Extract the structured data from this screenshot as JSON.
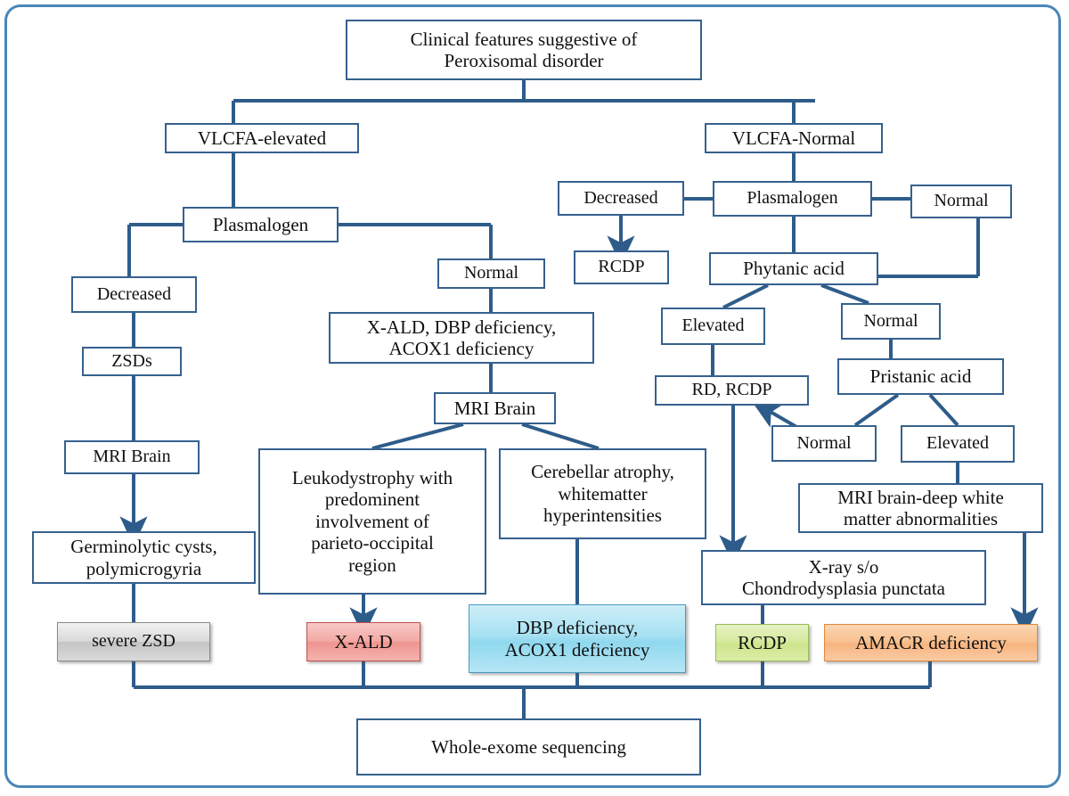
{
  "diagram": {
    "title_node": "Clinical features suggestive of Peroxisomal disorder",
    "accent_color": "#36618e",
    "frame_color": "#4a86b8"
  },
  "nodes": {
    "root": "Clinical features suggestive of\nPeroxisomal disorder",
    "vlcfa_elevated": "VLCFA-elevated",
    "vlcfa_normal": "VLCFA-Normal",
    "plasmalogen_left": "Plasmalogen",
    "plasmalogen_right": "Plasmalogen",
    "decreased_left": "Decreased",
    "decreased_right": "Decreased",
    "normal_right_plasmalogen": "Normal",
    "rcdp_top": "RCDP",
    "zsds": "ZSDs",
    "mri_brain_left": "MRI Brain",
    "germinolytic": "Germinolytic cysts,\npolymicrogyria",
    "normal_center": "Normal",
    "xald_dbp_acox1": "X-ALD, DBP deficiency,\nACOX1 deficiency",
    "mri_brain_center": "MRI Brain",
    "leukodystrophy": "Leukodystrophy with\npredominent\ninvolvement of\nparieto-occipital\nregion",
    "cerebellar": "Cerebellar atrophy,\nwhitematter\nhyperintensities",
    "phytanic_acid": "Phytanic acid",
    "elevated_phytanic": "Elevated",
    "normal_phytanic": "Normal",
    "rd_rcdp": "RD, RCDP",
    "pristanic_acid": "Pristanic acid",
    "normal_pristanic": "Normal",
    "elevated_pristanic": "Elevated",
    "mri_deep_white": "MRI brain-deep white\nmatter abnormalities",
    "xray_chondro": "X-ray s/o\nChondrodysplasia punctata",
    "whole_exome": "Whole-exome sequencing"
  },
  "outcomes": {
    "severe_zsd": {
      "label": "severe ZSD",
      "color": "#d9d9d9"
    },
    "x_ald": {
      "label": "X-ALD",
      "color": "#f3a9a4"
    },
    "dbp_acox1": {
      "label": "DBP deficiency,\nACOX1 deficiency",
      "color": "#a7e1f2"
    },
    "rcdp_outcome": {
      "label": "RCDP",
      "color": "#d7ea9f"
    },
    "amacr": {
      "label": "AMACR deficiency",
      "color": "#f9c292"
    }
  },
  "chart_data": {
    "type": "diagram",
    "title": "Diagnostic algorithm for Peroxisomal disorders",
    "nodes": [
      {
        "id": "root",
        "label": "Clinical features suggestive of Peroxisomal disorder",
        "kind": "decision"
      },
      {
        "id": "vlcfa_elevated",
        "label": "VLCFA-elevated",
        "kind": "branch"
      },
      {
        "id": "vlcfa_normal",
        "label": "VLCFA-Normal",
        "kind": "branch"
      },
      {
        "id": "plasmalogen_left",
        "label": "Plasmalogen",
        "kind": "test"
      },
      {
        "id": "decreased_left",
        "label": "Decreased",
        "kind": "result"
      },
      {
        "id": "zsds",
        "label": "ZSDs",
        "kind": "diagnosis"
      },
      {
        "id": "mri_brain_left",
        "label": "MRI Brain",
        "kind": "test"
      },
      {
        "id": "germinolytic",
        "label": "Germinolytic cysts, polymicrogyria",
        "kind": "finding"
      },
      {
        "id": "severe_zsd",
        "label": "severe ZSD",
        "kind": "outcome"
      },
      {
        "id": "normal_center",
        "label": "Normal",
        "kind": "result"
      },
      {
        "id": "xald_dbp_acox1",
        "label": "X-ALD, DBP deficiency, ACOX1 deficiency",
        "kind": "diagnosis"
      },
      {
        "id": "mri_brain_center",
        "label": "MRI Brain",
        "kind": "test"
      },
      {
        "id": "leukodystrophy",
        "label": "Leukodystrophy with predominent involvement of parieto-occipital region",
        "kind": "finding"
      },
      {
        "id": "cerebellar",
        "label": "Cerebellar atrophy, whitematter hyperintensities",
        "kind": "finding"
      },
      {
        "id": "x_ald",
        "label": "X-ALD",
        "kind": "outcome"
      },
      {
        "id": "dbp_acox1",
        "label": "DBP deficiency, ACOX1 deficiency",
        "kind": "outcome"
      },
      {
        "id": "plasmalogen_right",
        "label": "Plasmalogen",
        "kind": "test"
      },
      {
        "id": "decreased_right",
        "label": "Decreased",
        "kind": "result"
      },
      {
        "id": "rcdp_top",
        "label": "RCDP",
        "kind": "diagnosis"
      },
      {
        "id": "normal_right_plasmalogen",
        "label": "Normal",
        "kind": "result"
      },
      {
        "id": "phytanic_acid",
        "label": "Phytanic acid",
        "kind": "test"
      },
      {
        "id": "elevated_phytanic",
        "label": "Elevated",
        "kind": "result"
      },
      {
        "id": "rd_rcdp",
        "label": "RD, RCDP",
        "kind": "diagnosis"
      },
      {
        "id": "normal_phytanic",
        "label": "Normal",
        "kind": "result"
      },
      {
        "id": "pristanic_acid",
        "label": "Pristanic acid",
        "kind": "test"
      },
      {
        "id": "normal_pristanic",
        "label": "Normal",
        "kind": "result"
      },
      {
        "id": "elevated_pristanic",
        "label": "Elevated",
        "kind": "result"
      },
      {
        "id": "mri_deep_white",
        "label": "MRI brain-deep white matter abnormalities",
        "kind": "finding"
      },
      {
        "id": "xray_chondro",
        "label": "X-ray s/o Chondrodysplasia punctata",
        "kind": "finding"
      },
      {
        "id": "rcdp_outcome",
        "label": "RCDP",
        "kind": "outcome"
      },
      {
        "id": "amacr",
        "label": "AMACR deficiency",
        "kind": "outcome"
      },
      {
        "id": "whole_exome",
        "label": "Whole-exome sequencing",
        "kind": "terminal"
      }
    ],
    "edges": [
      {
        "from": "root",
        "to": "vlcfa_elevated"
      },
      {
        "from": "root",
        "to": "vlcfa_normal"
      },
      {
        "from": "vlcfa_elevated",
        "to": "plasmalogen_left"
      },
      {
        "from": "plasmalogen_left",
        "to": "decreased_left"
      },
      {
        "from": "plasmalogen_left",
        "to": "normal_center"
      },
      {
        "from": "decreased_left",
        "to": "zsds"
      },
      {
        "from": "zsds",
        "to": "mri_brain_left"
      },
      {
        "from": "mri_brain_left",
        "to": "germinolytic",
        "arrow": true
      },
      {
        "from": "germinolytic",
        "to": "severe_zsd"
      },
      {
        "from": "normal_center",
        "to": "xald_dbp_acox1"
      },
      {
        "from": "xald_dbp_acox1",
        "to": "mri_brain_center"
      },
      {
        "from": "mri_brain_center",
        "to": "leukodystrophy"
      },
      {
        "from": "mri_brain_center",
        "to": "cerebellar"
      },
      {
        "from": "leukodystrophy",
        "to": "x_ald"
      },
      {
        "from": "cerebellar",
        "to": "dbp_acox1"
      },
      {
        "from": "vlcfa_normal",
        "to": "plasmalogen_right"
      },
      {
        "from": "plasmalogen_right",
        "to": "decreased_right"
      },
      {
        "from": "decreased_right",
        "to": "rcdp_top",
        "arrow": true
      },
      {
        "from": "plasmalogen_right",
        "to": "normal_right_plasmalogen"
      },
      {
        "from": "plasmalogen_right",
        "to": "phytanic_acid"
      },
      {
        "from": "normal_right_plasmalogen",
        "to": "phytanic_acid"
      },
      {
        "from": "phytanic_acid",
        "to": "elevated_phytanic"
      },
      {
        "from": "phytanic_acid",
        "to": "normal_phytanic"
      },
      {
        "from": "elevated_phytanic",
        "to": "rd_rcdp"
      },
      {
        "from": "normal_phytanic",
        "to": "pristanic_acid"
      },
      {
        "from": "pristanic_acid",
        "to": "normal_pristanic"
      },
      {
        "from": "pristanic_acid",
        "to": "elevated_pristanic"
      },
      {
        "from": "normal_pristanic",
        "to": "rd_rcdp",
        "arrow": true
      },
      {
        "from": "elevated_pristanic",
        "to": "mri_deep_white"
      },
      {
        "from": "rd_rcdp",
        "to": "xray_chondro",
        "arrow": true
      },
      {
        "from": "mri_deep_white",
        "to": "amacr",
        "arrow": true
      },
      {
        "from": "xray_chondro",
        "to": "rcdp_outcome"
      },
      {
        "from": "severe_zsd",
        "to": "whole_exome"
      },
      {
        "from": "x_ald",
        "to": "whole_exome"
      },
      {
        "from": "dbp_acox1",
        "to": "whole_exome"
      },
      {
        "from": "rcdp_outcome",
        "to": "whole_exome"
      },
      {
        "from": "amacr",
        "to": "whole_exome"
      }
    ]
  }
}
